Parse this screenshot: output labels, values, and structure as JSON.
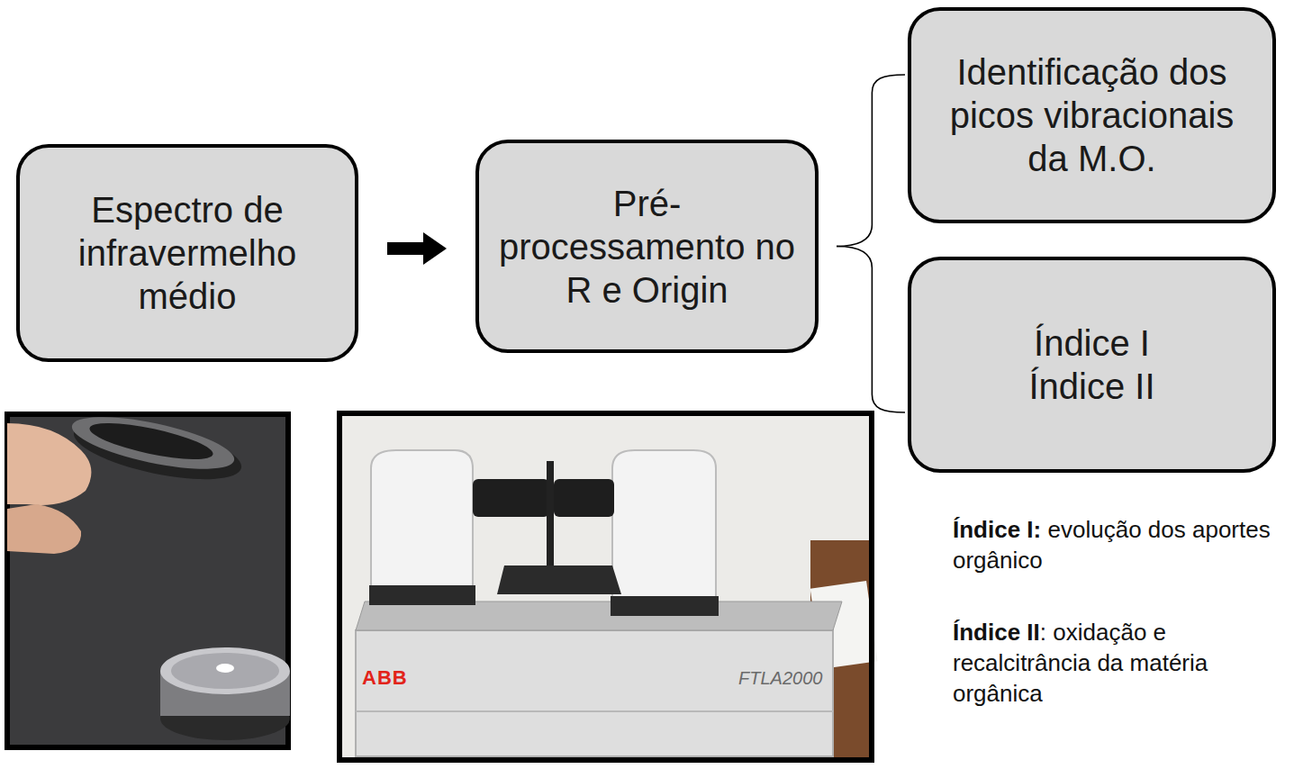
{
  "diagram": {
    "nodes": [
      {
        "text": [
          "Espectro de infravermelho médio"
        ]
      },
      {
        "text": [
          "Pré-processamento no R e Origin"
        ]
      },
      {
        "text": [
          "Identificação dos picos vibracionais da M.O."
        ]
      },
      {
        "text": [
          "Índice I",
          "Índice II"
        ]
      }
    ],
    "edges": [
      {
        "from": 0,
        "to": 1,
        "arrow": "to"
      },
      {
        "from": 1,
        "to": 2,
        "arrow": "none"
      },
      {
        "from": 1,
        "to": 3,
        "arrow": "none"
      }
    ],
    "labels": [
      "ABB",
      "FTLA2000",
      "Índice I:",
      "evolução dos aportes orgânico",
      "Índice II",
      ": oxidação e recalcitrância da matéria orgânica"
    ]
  }
}
